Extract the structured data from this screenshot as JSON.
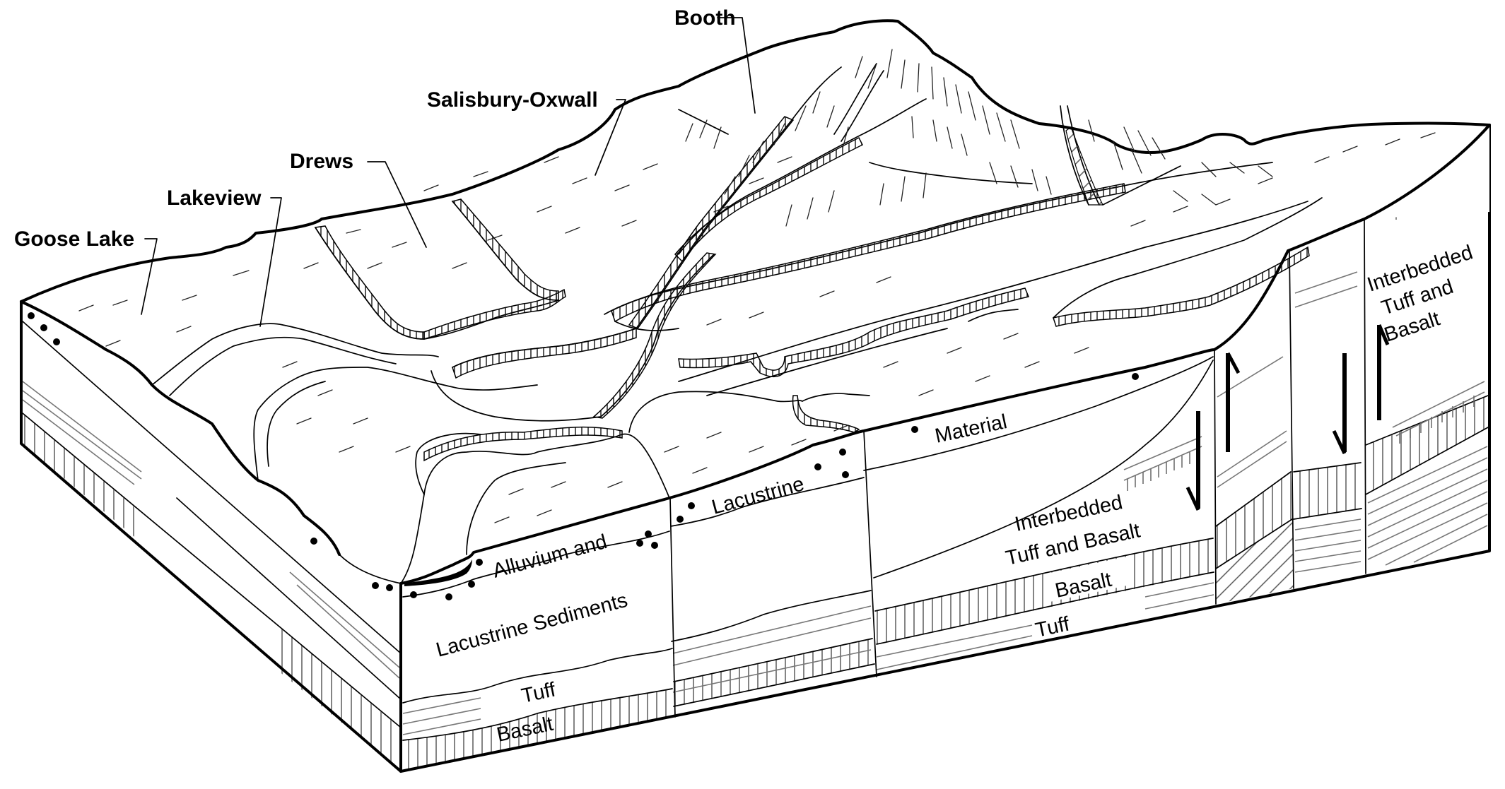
{
  "diagram": {
    "title": "Block diagram of Goose Lake / Lakeview area geomorphic surfaces and subsurface geology",
    "surface_labels": [
      {
        "id": "goose-lake",
        "text": "Goose Lake"
      },
      {
        "id": "lakeview",
        "text": "Lakeview"
      },
      {
        "id": "drews",
        "text": "Drews"
      },
      {
        "id": "salisbury-oxwall",
        "text": "Salisbury-Oxwall"
      },
      {
        "id": "booth",
        "text": "Booth"
      }
    ],
    "unit_labels": {
      "alluvium_and": "Alluvium and",
      "lacustrine": "Lacustrine",
      "material": "Material",
      "lacustrine_sediments": "Lacustrine Sediments",
      "tuff_left": "Tuff",
      "basalt_left": "Basalt",
      "interbedded_center_line1": "Interbedded",
      "interbedded_center_line2": "Tuff and Basalt",
      "basalt_center": "Basalt",
      "tuff_center": "Tuff",
      "interbedded_right_line1": "Interbedded",
      "interbedded_right_line2": "Tuff and",
      "interbedded_right_line3": "Basalt"
    },
    "fault_arrows": [
      {
        "id": "fault-arrow-1",
        "direction": "down"
      },
      {
        "id": "fault-arrow-2",
        "direction": "up"
      },
      {
        "id": "fault-arrow-3",
        "direction": "down"
      },
      {
        "id": "fault-arrow-4",
        "direction": "up"
      }
    ]
  }
}
